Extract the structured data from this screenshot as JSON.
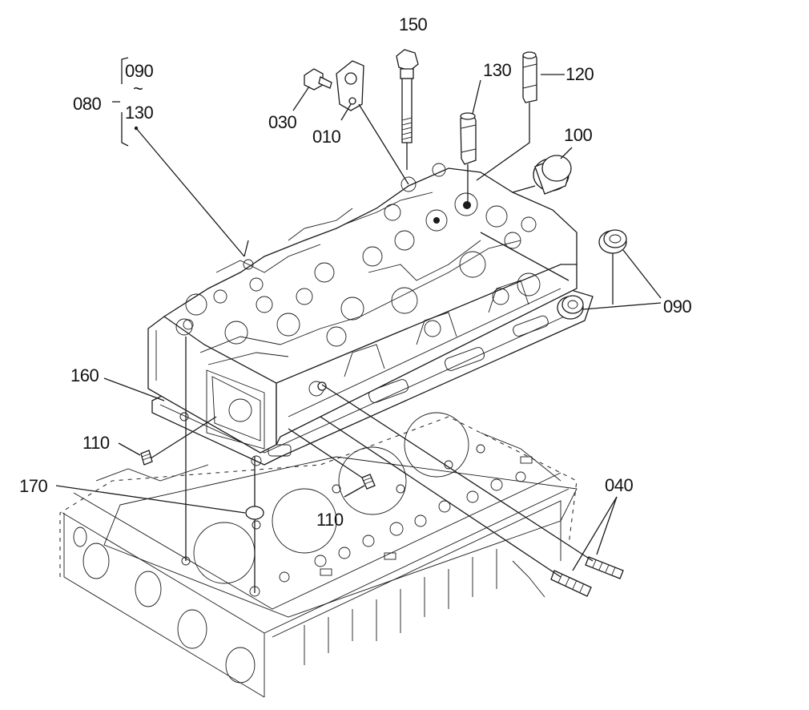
{
  "callouts": {
    "c010": "010",
    "c030": "030",
    "c040": "040",
    "c080": "080",
    "c090": "090",
    "c100": "100",
    "c110a": "110",
    "c110b": "110",
    "c120": "120",
    "c130": "130",
    "c150": "150",
    "c160": "160",
    "c170": "170",
    "bracket_top": "090",
    "bracket_tilde": "~",
    "bracket_bottom": "130"
  }
}
